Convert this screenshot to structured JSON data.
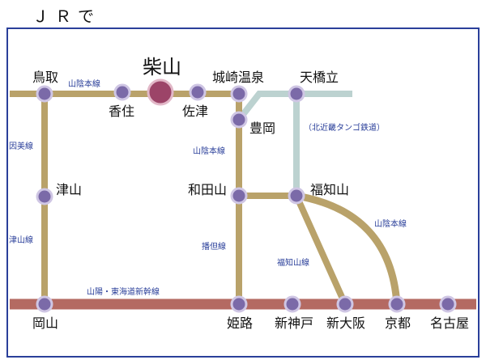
{
  "title": "ＪＲで",
  "colors": {
    "jr_line": "#b9a26a",
    "shinkansen": "#b46a62",
    "tango": "#bcd2d0",
    "station": "#7b6aa8",
    "highlight": "#9c4468",
    "frame": "#2a3f9a",
    "line_label": "#2a3f9a"
  },
  "stations": {
    "tottori": "鳥取",
    "kasumi": "香住",
    "shibayama": "柴山",
    "satsu": "佐津",
    "kinosaki": "城崎温泉",
    "amanohashidate": "天橋立",
    "toyooka": "豊岡",
    "tsuyama": "津山",
    "wadayama": "和田山",
    "fukuchiyama": "福知山",
    "okayama": "岡山",
    "himeji": "姫路",
    "shinkobe": "新神戸",
    "shinosaka": "新大阪",
    "kyoto": "京都",
    "nagoya": "名古屋"
  },
  "lines": {
    "sanin_top": "山陰本線",
    "inbi": "因美線",
    "sanin_mid": "山陰本線",
    "tango": "（北近畿タンゴ鉄道）",
    "tsuyama": "津山線",
    "bantan": "播但線",
    "fukuchiyama": "福知山線",
    "sanin_east": "山陰本線",
    "shinkansen": "山陽・東海道新幹線"
  }
}
